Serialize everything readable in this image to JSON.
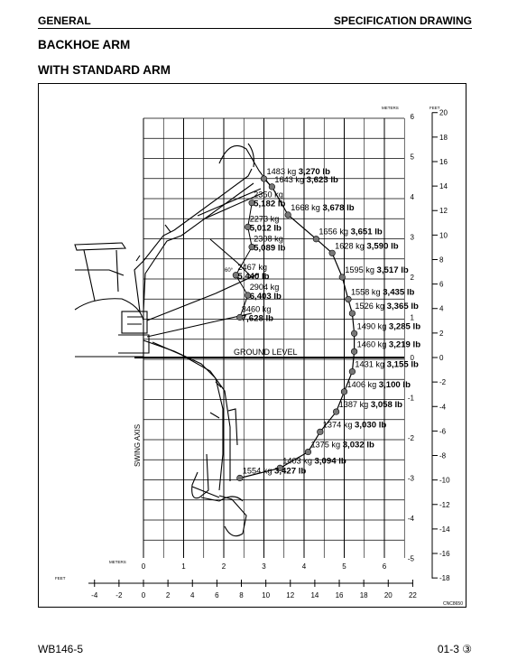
{
  "header": {
    "left": "GENERAL",
    "right": "SPECIFICATION DRAWING"
  },
  "title_lines": [
    "BACKHOE ARM",
    "WITH STANDARD ARM"
  ],
  "footer": {
    "model": "WB146-5",
    "page": "01-3",
    "rev_mark": "③"
  },
  "drawing": {
    "meters_unit": "METERS",
    "feet_unit": "FEET",
    "ground_label": "GROUND LEVEL",
    "swing_axis_label": "SWING AXIS",
    "drawing_code": "CNC8650",
    "angle_label": "60°",
    "x_meters_ticks": [
      "0",
      "1",
      "2",
      "3",
      "4",
      "5",
      "6"
    ],
    "x_feet_ticks": [
      "-4",
      "-2",
      "0",
      "2",
      "4",
      "6",
      "8",
      "10",
      "12",
      "14",
      "16",
      "18",
      "20",
      "22"
    ],
    "y_meters_ticks": [
      "6",
      "5",
      "4",
      "3",
      "2",
      "1",
      "0",
      "-1",
      "-2",
      "-3",
      "-4",
      "-5"
    ],
    "y_feet_ticks": [
      "20",
      "18",
      "16",
      "14",
      "12",
      "10",
      "8",
      "6",
      "4",
      "2",
      "0",
      "-2",
      "-4",
      "-6",
      "-8",
      "-10",
      "-12",
      "-14",
      "-16",
      "-18"
    ]
  },
  "loads": [
    {
      "kg": "1483 kg",
      "lb": "3,270 lb"
    },
    {
      "kg": "1643 kg",
      "lb": "3,623 lb"
    },
    {
      "kg": "2350 kg",
      "lb": "5,182 lb"
    },
    {
      "kg": "1668 kg",
      "lb": "3,678 lb"
    },
    {
      "kg": "2273 kg",
      "lb": "5,012 lb"
    },
    {
      "kg": "1656 kg",
      "lb": "3,651 lb"
    },
    {
      "kg": "2308 kg",
      "lb": "5,089 lb"
    },
    {
      "kg": "1628 kg",
      "lb": "3,590 lb"
    },
    {
      "kg": "2467 kg",
      "lb": "5,440 lb"
    },
    {
      "kg": "1595 kg",
      "lb": "3,517 lb"
    },
    {
      "kg": "2904 kg",
      "lb": "6,403 lb"
    },
    {
      "kg": "1558 kg",
      "lb": "3,435 lb"
    },
    {
      "kg": "1526 kg",
      "lb": "3,365 lb"
    },
    {
      "kg": "3460 kg",
      "lb": "7,628 lb"
    },
    {
      "kg": "1490 kg",
      "lb": "3,285 lb"
    },
    {
      "kg": "1460 kg",
      "lb": "3,219 lb"
    },
    {
      "kg": "1431 kg",
      "lb": "3,155 lb"
    },
    {
      "kg": "1406 kg",
      "lb": "3,100 lb"
    },
    {
      "kg": "1387 kg",
      "lb": "3,058 lb"
    },
    {
      "kg": "1374 kg",
      "lb": "3,030 lb"
    },
    {
      "kg": "1375 kg",
      "lb": "3,032 lb"
    },
    {
      "kg": "1403 kg",
      "lb": "3,094 lb"
    },
    {
      "kg": "1554 kg",
      "lb": "3,427 lb"
    }
  ]
}
